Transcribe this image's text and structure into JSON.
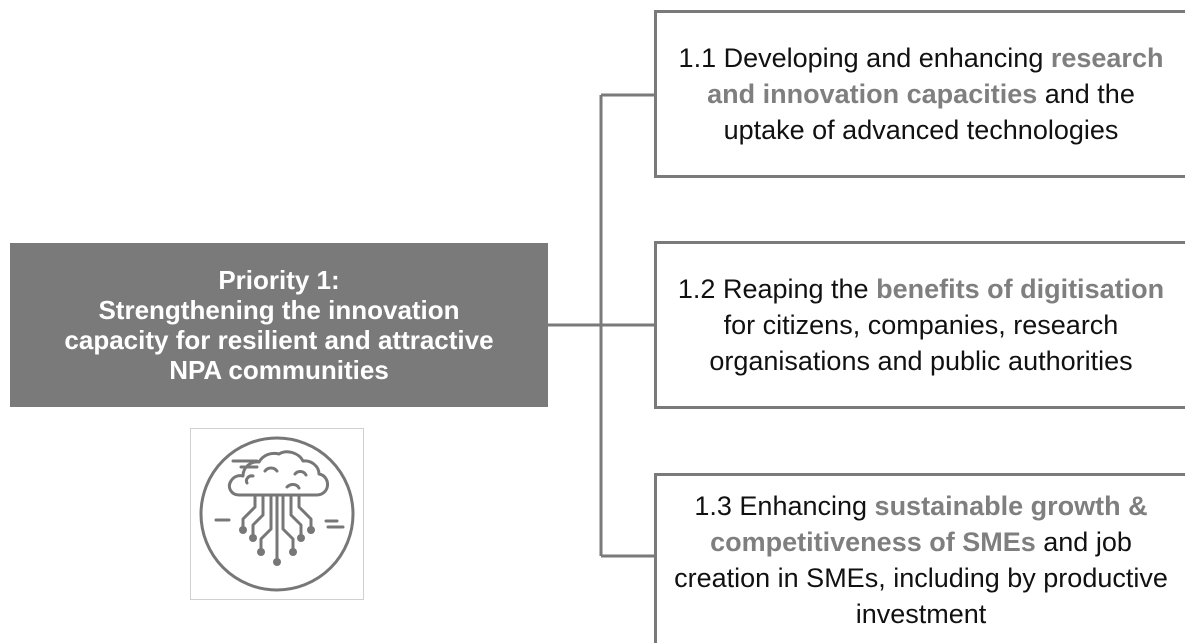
{
  "priority": {
    "line1": "Priority 1:",
    "line2": "Strengthening the innovation",
    "line3": "capacity for resilient and attractive",
    "line4": "NPA communities"
  },
  "objectives": [
    {
      "prefix": "1.1 Developing and enhancing",
      "highlight": "research and innovation capacities",
      "suffix": "and the uptake of advanced technologies"
    },
    {
      "prefix": "1.2 Reaping the",
      "highlight": "benefits of digitisation",
      "suffix": "for citizens, companies, research organisations and public authorities"
    },
    {
      "prefix": "1.3 Enhancing",
      "highlight": "sustainable growth & competitiveness of SMEs",
      "suffix": "and job creation in SMEs, including by productive investment"
    }
  ],
  "icon": {
    "name": "cloud-circuit-icon"
  },
  "colors": {
    "primary_gray": "#7a7a7a",
    "highlight_gray": "#7f7f7f"
  }
}
